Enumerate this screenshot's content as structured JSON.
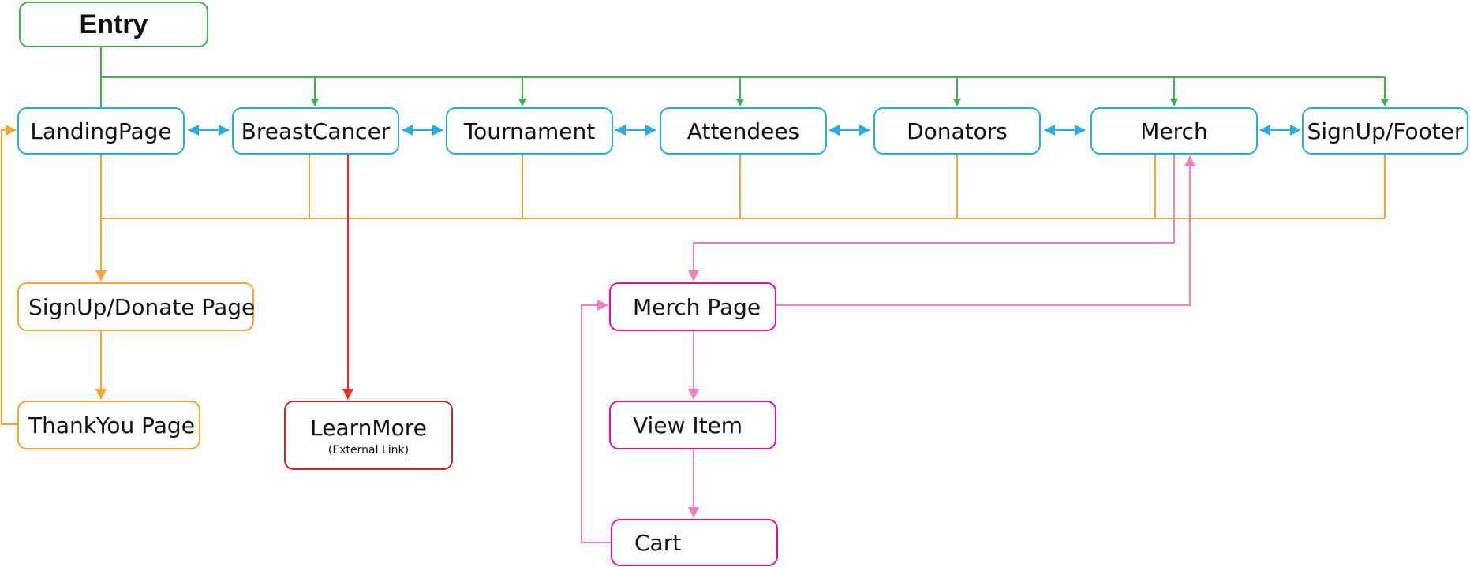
{
  "colors": {
    "green": "#3cb44b",
    "blue": "#29abe2",
    "orange": "#f7a234",
    "red": "#ee2a24",
    "red_border": "#c1272d",
    "pink": "#f47fbf",
    "magenta_border": "#e6109b"
  },
  "nodes": {
    "entry": "Entry",
    "landing": "LandingPage",
    "breast": "BreastCancer",
    "tournament": "Tournament",
    "attendees": "Attendees",
    "donators": "Donators",
    "merch": "Merch",
    "signup_footer": "SignUp/Footer",
    "signup_donate": "SignUp/Donate Page",
    "thankyou": "ThankYou Page",
    "learnmore": "LearnMore",
    "learnmore_sub": "(External Link)",
    "merch_page": "Merch Page",
    "view_item": "View Item",
    "cart": "Cart"
  }
}
